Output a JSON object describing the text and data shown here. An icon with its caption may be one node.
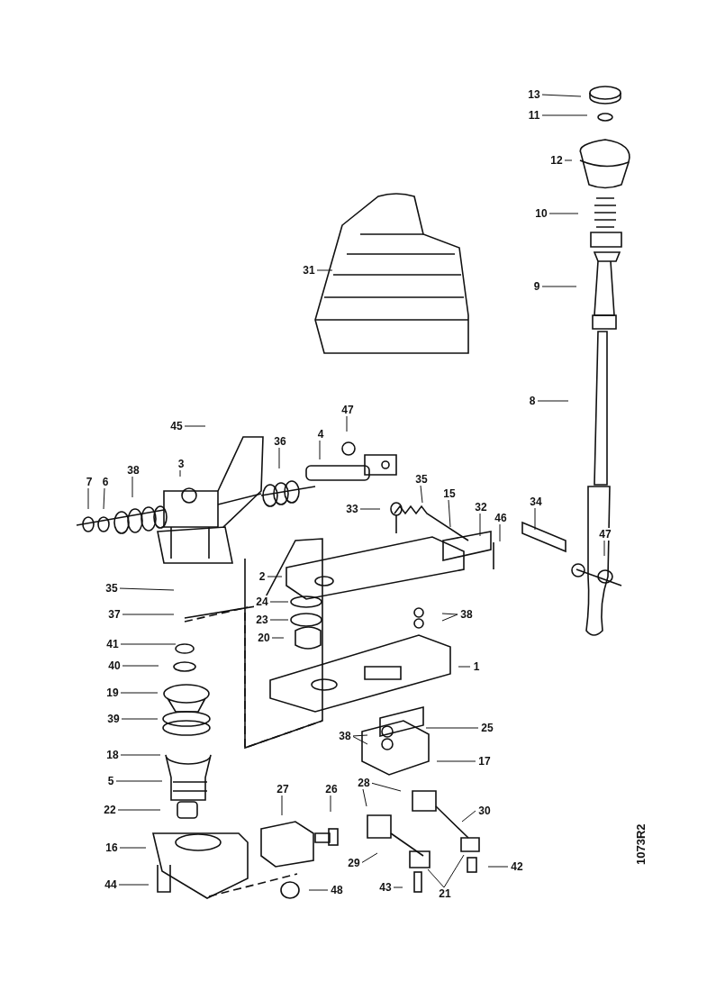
{
  "diagram": {
    "nodes": [
      {
        "text": [
          "13"
        ]
      },
      {
        "text": [
          "11"
        ]
      },
      {
        "text": [
          "12"
        ]
      },
      {
        "text": [
          "10"
        ]
      },
      {
        "text": [
          "31"
        ]
      },
      {
        "text": [
          "9"
        ]
      },
      {
        "text": [
          "8"
        ]
      },
      {
        "text": [
          "47"
        ]
      },
      {
        "text": [
          "45"
        ]
      },
      {
        "text": [
          "4"
        ]
      },
      {
        "text": [
          "36"
        ]
      },
      {
        "text": [
          "3"
        ]
      },
      {
        "text": [
          "38"
        ]
      },
      {
        "text": [
          "7"
        ]
      },
      {
        "text": [
          "6"
        ]
      },
      {
        "text": [
          "35"
        ]
      },
      {
        "text": [
          "15"
        ]
      },
      {
        "text": [
          "34"
        ]
      },
      {
        "text": [
          "32"
        ]
      },
      {
        "text": [
          "33"
        ]
      },
      {
        "text": [
          "46"
        ]
      },
      {
        "text": [
          "47"
        ]
      },
      {
        "text": [
          "2"
        ]
      },
      {
        "text": [
          "35"
        ]
      },
      {
        "text": [
          "24"
        ]
      },
      {
        "text": [
          "37"
        ]
      },
      {
        "text": [
          "38"
        ]
      },
      {
        "text": [
          "23"
        ]
      },
      {
        "text": [
          "20"
        ]
      },
      {
        "text": [
          "41"
        ]
      },
      {
        "text": [
          "1"
        ]
      },
      {
        "text": [
          "40"
        ]
      },
      {
        "text": [
          "19"
        ]
      },
      {
        "text": [
          "39"
        ]
      },
      {
        "text": [
          "25"
        ]
      },
      {
        "text": [
          "18"
        ]
      },
      {
        "text": [
          "38"
        ]
      },
      {
        "text": [
          "17"
        ]
      },
      {
        "text": [
          "5"
        ]
      },
      {
        "text": [
          "27"
        ]
      },
      {
        "text": [
          "26"
        ]
      },
      {
        "text": [
          "28"
        ]
      },
      {
        "text": [
          "22"
        ]
      },
      {
        "text": [
          "30"
        ]
      },
      {
        "text": [
          "16"
        ]
      },
      {
        "text": [
          "29"
        ]
      },
      {
        "text": [
          "42"
        ]
      },
      {
        "text": [
          "44"
        ]
      },
      {
        "text": [
          "43"
        ]
      },
      {
        "text": [
          "48"
        ]
      },
      {
        "text": [
          "21"
        ]
      }
    ],
    "edges": [
      {
        "from": 0,
        "to": null,
        "arrow": "none"
      },
      {
        "from": 1,
        "to": null,
        "arrow": "none"
      },
      {
        "from": 2,
        "to": null,
        "arrow": "none"
      },
      {
        "from": 3,
        "to": null,
        "arrow": "none"
      },
      {
        "from": 4,
        "to": null,
        "arrow": "none"
      },
      {
        "from": 5,
        "to": null,
        "arrow": "none"
      },
      {
        "from": 6,
        "to": null,
        "arrow": "none"
      },
      {
        "from": 7,
        "to": null,
        "arrow": "none"
      },
      {
        "from": 8,
        "to": null,
        "arrow": "none"
      },
      {
        "from": 9,
        "to": null,
        "arrow": "none"
      },
      {
        "from": 10,
        "to": null,
        "arrow": "none"
      },
      {
        "from": 11,
        "to": null,
        "arrow": "none"
      },
      {
        "from": 12,
        "to": null,
        "arrow": "none"
      },
      {
        "from": 13,
        "to": null,
        "arrow": "none"
      },
      {
        "from": 14,
        "to": null,
        "arrow": "none"
      },
      {
        "from": 15,
        "to": null,
        "arrow": "none"
      },
      {
        "from": 16,
        "to": null,
        "arrow": "none"
      },
      {
        "from": 17,
        "to": null,
        "arrow": "none"
      },
      {
        "from": 18,
        "to": null,
        "arrow": "none"
      },
      {
        "from": 19,
        "to": null,
        "arrow": "none"
      },
      {
        "from": 20,
        "to": null,
        "arrow": "none"
      },
      {
        "from": 21,
        "to": null,
        "arrow": "none"
      },
      {
        "from": 22,
        "to": null,
        "arrow": "none"
      },
      {
        "from": 23,
        "to": null,
        "arrow": "none"
      },
      {
        "from": 24,
        "to": null,
        "arrow": "none"
      },
      {
        "from": 25,
        "to": null,
        "arrow": "none"
      },
      {
        "from": 26,
        "to": null,
        "arrow": "none"
      },
      {
        "from": 26,
        "to": null,
        "arrow": "none"
      },
      {
        "from": 27,
        "to": null,
        "arrow": "none"
      },
      {
        "from": 28,
        "to": null,
        "arrow": "none"
      },
      {
        "from": 29,
        "to": null,
        "arrow": "none"
      },
      {
        "from": 30,
        "to": null,
        "arrow": "none"
      },
      {
        "from": 31,
        "to": null,
        "arrow": "none"
      },
      {
        "from": 32,
        "to": null,
        "arrow": "none"
      },
      {
        "from": 33,
        "to": null,
        "arrow": "none"
      },
      {
        "from": 34,
        "to": null,
        "arrow": "none"
      },
      {
        "from": 35,
        "to": null,
        "arrow": "none"
      },
      {
        "from": 36,
        "to": null,
        "arrow": "none"
      },
      {
        "from": 36,
        "to": null,
        "arrow": "none"
      },
      {
        "from": 37,
        "to": null,
        "arrow": "none"
      },
      {
        "from": 38,
        "to": null,
        "arrow": "none"
      },
      {
        "from": 39,
        "to": null,
        "arrow": "none"
      },
      {
        "from": 40,
        "to": null,
        "arrow": "none"
      },
      {
        "from": 41,
        "to": null,
        "arrow": "none"
      },
      {
        "from": 41,
        "to": null,
        "arrow": "none"
      },
      {
        "from": 42,
        "to": null,
        "arrow": "none"
      },
      {
        "from": 43,
        "to": null,
        "arrow": "none"
      },
      {
        "from": 44,
        "to": null,
        "arrow": "none"
      },
      {
        "from": 45,
        "to": null,
        "arrow": "none"
      },
      {
        "from": 46,
        "to": null,
        "arrow": "none"
      },
      {
        "from": 47,
        "to": null,
        "arrow": "none"
      },
      {
        "from": 48,
        "to": null,
        "arrow": "none"
      },
      {
        "from": 49,
        "to": null,
        "arrow": "none"
      },
      {
        "from": 50,
        "to": null,
        "arrow": "none"
      },
      {
        "from": 50,
        "to": null,
        "arrow": "none"
      }
    ],
    "labels": [
      "1073R2"
    ]
  }
}
